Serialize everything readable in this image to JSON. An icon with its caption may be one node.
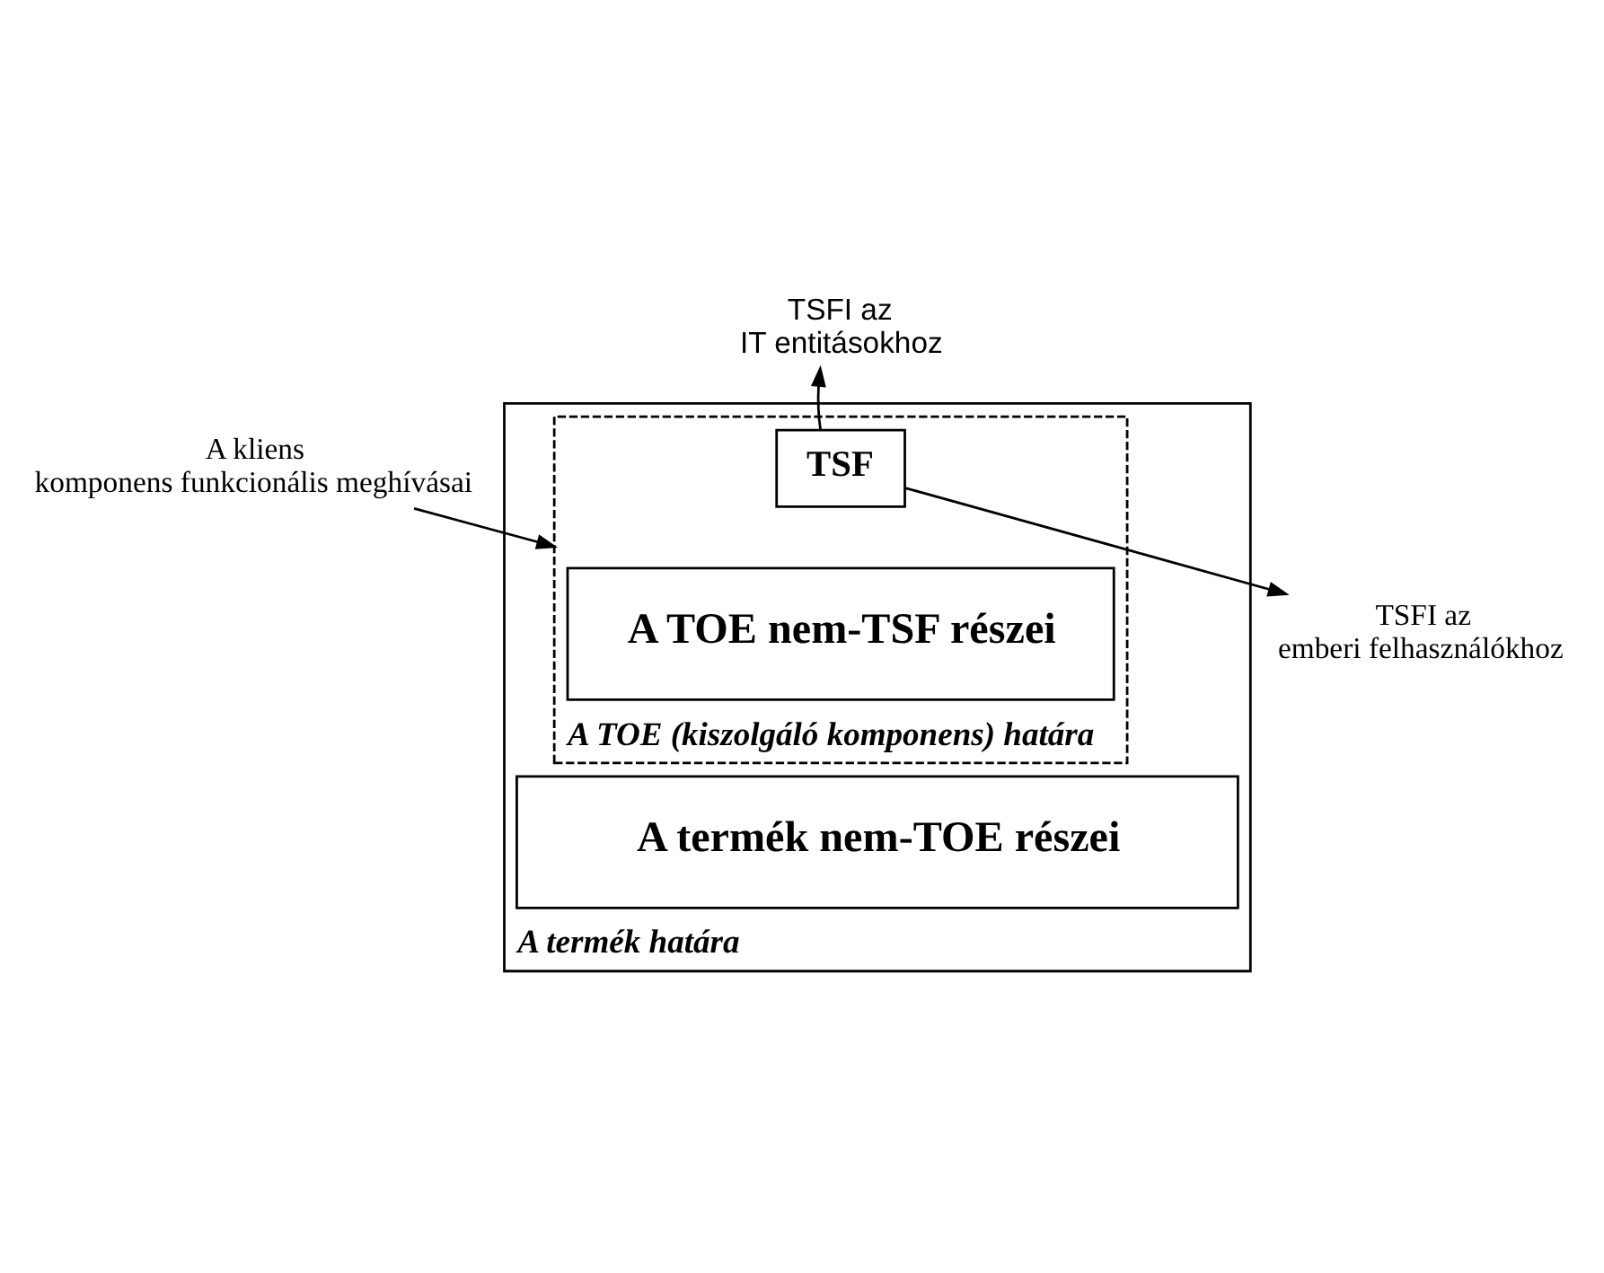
{
  "diagram": {
    "nodes": [
      {
        "text": [
          "A termék határa"
        ]
      },
      {
        "text": [
          "A TOE (kiszolgáló komponens) határa"
        ],
        "in": 0
      },
      {
        "text": [
          "TSF"
        ],
        "in": 1
      },
      {
        "text": [
          "A TOE nem-TSF részei"
        ],
        "in": 1
      },
      {
        "text": [
          "A termék nem-TOE részei"
        ],
        "in": 0
      },
      {
        "text": [
          "TSFI az IT entitásokhoz"
        ]
      },
      {
        "text": [
          "TSFI az emberi felhasználókhoz"
        ]
      },
      {
        "text": [
          "A kliens komponens funkcionális meghívásai"
        ]
      }
    ],
    "edges": [
      {
        "from": 2,
        "to": 5,
        "arrow": "to"
      },
      {
        "from": 2,
        "to": 6,
        "arrow": "to"
      },
      {
        "from": 7,
        "to": 1,
        "arrow": "to"
      }
    ]
  }
}
